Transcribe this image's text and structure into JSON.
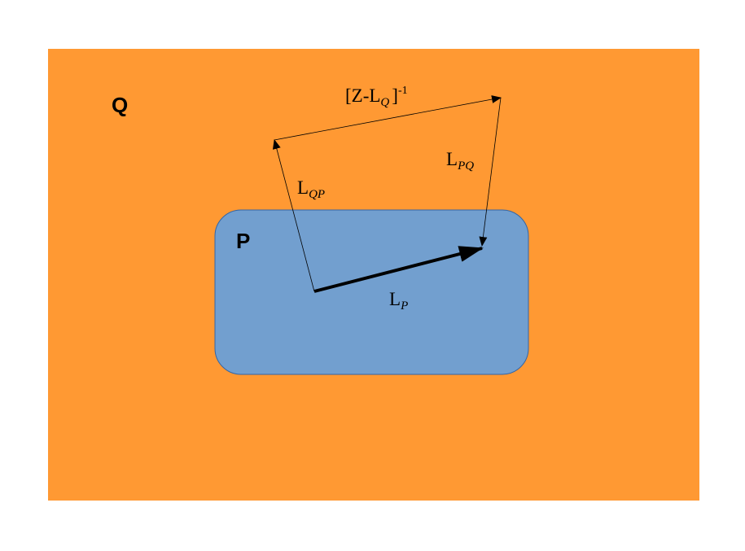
{
  "colors": {
    "background": "#ffffff",
    "outer_region": "#ff9933",
    "inner_region": "#729fcf",
    "inner_border": "#3465a4",
    "arrow": "#000000"
  },
  "regions": {
    "outer_label": "Q",
    "inner_label": "P"
  },
  "operators": {
    "resolvent": {
      "open": "[Z-L",
      "sub": "Q",
      "close": "]",
      "sup": "-1"
    },
    "l_qp": {
      "base": "L",
      "sub": "QP"
    },
    "l_pq": {
      "base": "L",
      "sub": "PQ"
    },
    "l_p": {
      "base": "L",
      "sub": "P"
    }
  },
  "arrows": [
    {
      "name": "L_P",
      "from": "P",
      "to": "P",
      "weight": "thick"
    },
    {
      "name": "L_QP",
      "from": "P",
      "to": "Q",
      "weight": "thin"
    },
    {
      "name": "[Z-L_Q]^-1",
      "from": "Q",
      "to": "Q",
      "weight": "thin"
    },
    {
      "name": "L_PQ",
      "from": "Q",
      "to": "P",
      "weight": "thin"
    }
  ]
}
